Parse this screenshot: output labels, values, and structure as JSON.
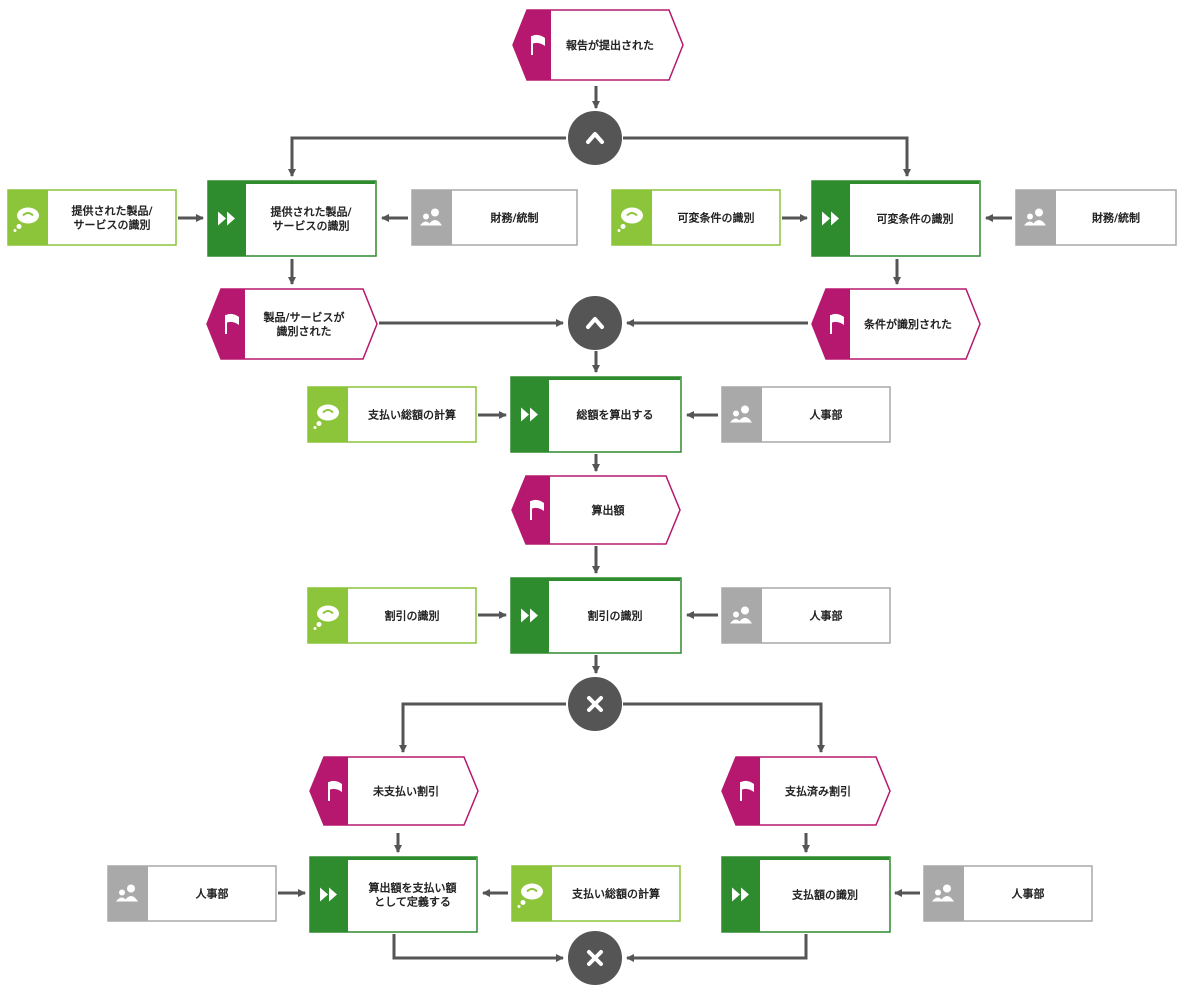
{
  "colors": {
    "event": "#b5186e",
    "function": "#2e8b2e",
    "info": "#8cc43a",
    "org": "#a9a9a9",
    "connector": "#555555",
    "edge": "#555555"
  },
  "nodes": {
    "ev_report": {
      "type": "event",
      "lines": [
        "報告が提出された"
      ]
    },
    "gw_and1": {
      "type": "and"
    },
    "info_products": {
      "type": "info",
      "lines": [
        "提供された製品/",
        "サービスの識別"
      ]
    },
    "fn_products": {
      "type": "function",
      "lines": [
        "提供された製品/",
        "サービスの識別"
      ]
    },
    "org_finance1": {
      "type": "org",
      "lines": [
        "財務/統制"
      ]
    },
    "info_variable": {
      "type": "info",
      "lines": [
        "可変条件の識別"
      ]
    },
    "fn_variable": {
      "type": "function",
      "lines": [
        "可変条件の識別"
      ]
    },
    "org_finance2": {
      "type": "org",
      "lines": [
        "財務/統制"
      ]
    },
    "ev_products_done": {
      "type": "event",
      "lines": [
        "製品/サービスが",
        "識別された"
      ]
    },
    "gw_and2": {
      "type": "and"
    },
    "ev_cond_done": {
      "type": "event",
      "lines": [
        "条件が識別された"
      ]
    },
    "info_total": {
      "type": "info",
      "lines": [
        "支払い総額の計算"
      ]
    },
    "fn_total": {
      "type": "function",
      "lines": [
        "総額を算出する"
      ]
    },
    "org_hr1": {
      "type": "org",
      "lines": [
        "人事部"
      ]
    },
    "ev_amount": {
      "type": "event",
      "lines": [
        "算出額"
      ]
    },
    "info_discount": {
      "type": "info",
      "lines": [
        "割引の識別"
      ]
    },
    "fn_discount": {
      "type": "function",
      "lines": [
        "割引の識別"
      ]
    },
    "org_hr2": {
      "type": "org",
      "lines": [
        "人事部"
      ]
    },
    "gw_xor1": {
      "type": "xor"
    },
    "ev_unpaid": {
      "type": "event",
      "lines": [
        "未支払い割引"
      ]
    },
    "ev_paid": {
      "type": "event",
      "lines": [
        "支払済み割引"
      ]
    },
    "org_hr3": {
      "type": "org",
      "lines": [
        "人事部"
      ]
    },
    "fn_define": {
      "type": "function",
      "lines": [
        "算出額を支払い額",
        "として定義する"
      ]
    },
    "info_total2": {
      "type": "info",
      "lines": [
        "支払い総額の計算"
      ]
    },
    "fn_payment": {
      "type": "function",
      "lines": [
        "支払額の識別"
      ]
    },
    "org_hr4": {
      "type": "org",
      "lines": [
        "人事部"
      ]
    },
    "gw_xor2": {
      "type": "xor"
    }
  },
  "edges": [
    [
      "ev_report",
      "gw_and1"
    ],
    [
      "gw_and1",
      "fn_products"
    ],
    [
      "gw_and1",
      "fn_variable"
    ],
    [
      "info_products",
      "fn_products"
    ],
    [
      "org_finance1",
      "fn_products"
    ],
    [
      "info_variable",
      "fn_variable"
    ],
    [
      "org_finance2",
      "fn_variable"
    ],
    [
      "fn_products",
      "ev_products_done"
    ],
    [
      "fn_variable",
      "ev_cond_done"
    ],
    [
      "ev_products_done",
      "gw_and2"
    ],
    [
      "ev_cond_done",
      "gw_and2"
    ],
    [
      "gw_and2",
      "fn_total"
    ],
    [
      "info_total",
      "fn_total"
    ],
    [
      "org_hr1",
      "fn_total"
    ],
    [
      "fn_total",
      "ev_amount"
    ],
    [
      "ev_amount",
      "fn_discount"
    ],
    [
      "info_discount",
      "fn_discount"
    ],
    [
      "org_hr2",
      "fn_discount"
    ],
    [
      "fn_discount",
      "gw_xor1"
    ],
    [
      "gw_xor1",
      "ev_unpaid"
    ],
    [
      "gw_xor1",
      "ev_paid"
    ],
    [
      "ev_unpaid",
      "fn_define"
    ],
    [
      "org_hr3",
      "fn_define"
    ],
    [
      "info_total2",
      "fn_define"
    ],
    [
      "ev_paid",
      "fn_payment"
    ],
    [
      "org_hr4",
      "fn_payment"
    ],
    [
      "fn_define",
      "gw_xor2"
    ],
    [
      "fn_payment",
      "gw_xor2"
    ]
  ]
}
